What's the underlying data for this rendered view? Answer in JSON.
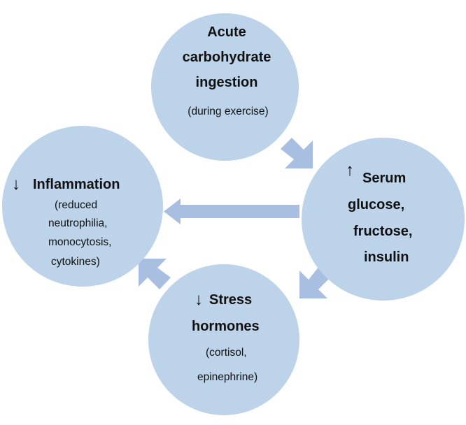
{
  "colors": {
    "circle_fill": "#bcd3ea",
    "arrow_fill": "#a9bfe1",
    "text": "#111111"
  },
  "nodes": {
    "acute": {
      "title_lines": [
        "Acute",
        "carbohydrate",
        "ingestion"
      ],
      "subtitle": "(during exercise)"
    },
    "serum": {
      "arrow": "↑",
      "title_lines": [
        "Serum",
        "glucose,",
        "fructose,",
        "insulin"
      ]
    },
    "stress": {
      "arrow": "↓",
      "title_lines": [
        "Stress",
        "hormones"
      ],
      "detail_lines": [
        "(cortisol,",
        "epinephrine)"
      ]
    },
    "inflammation": {
      "arrow": "↓",
      "title": "Inflammation",
      "detail_lines": [
        "(reduced",
        "neutrophilia,",
        "monocytosis,",
        "cytokines)"
      ]
    }
  },
  "arrows": [
    {
      "from": "acute",
      "to": "serum"
    },
    {
      "from": "serum",
      "to": "stress"
    },
    {
      "from": "stress",
      "to": "inflammation"
    },
    {
      "from": "serum",
      "to": "inflammation"
    }
  ]
}
